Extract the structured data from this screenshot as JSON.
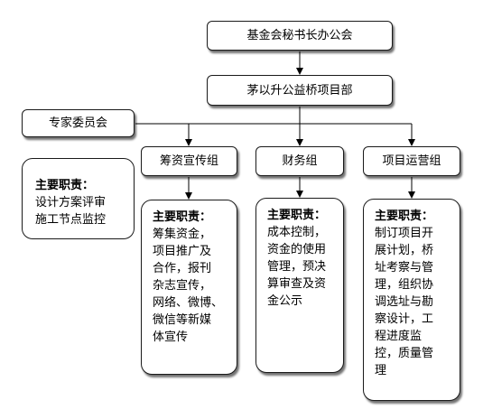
{
  "org": {
    "top": "基金会秘书长办公会",
    "department": "茅以升公益桥项目部",
    "experts": "专家委员会",
    "fundraising": "筹资宣传组",
    "finance": "财务组",
    "operations": "项目运营组"
  },
  "duties": {
    "heading": "主要职责：",
    "experts": "设计方案评审\n施工节点监控",
    "fundraising": "筹集资金，\n项目推广及\n合作，报刊\n杂志宣传，\n网络、微博、\n微信等新媒\n体宣传",
    "finance": "成本控制，\n资金的使用\n管理，预决\n算审查及资\n金公示",
    "operations": "制订项目开\n展计划，桥\n址考察与管\n理，组织协\n调选址与勘\n察设计，工\n程进度监\n控，质量管\n理"
  },
  "colors": {
    "line": "#000000",
    "border": "#1a1a1a",
    "shadow": "#555555"
  }
}
